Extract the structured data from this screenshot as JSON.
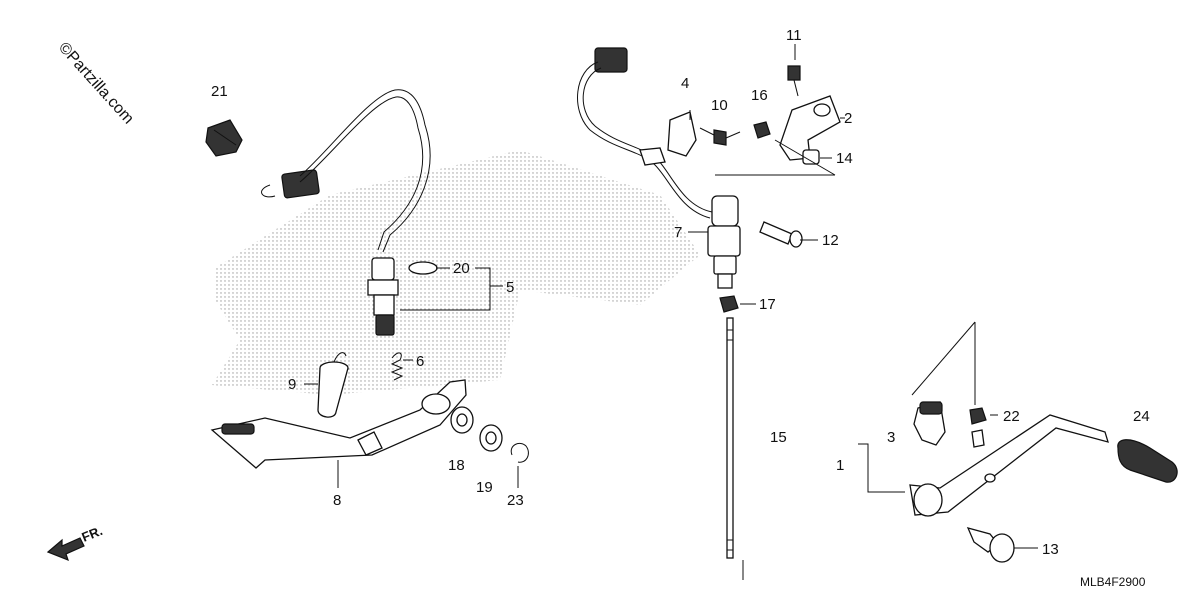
{
  "watermark": "©Partzilla.com",
  "direction_label": "FR.",
  "diagram_code": "MLB4F2900",
  "callouts": {
    "c1": "1",
    "c2": "2",
    "c3": "3",
    "c4": "4",
    "c5": "5",
    "c6": "6",
    "c7": "7",
    "c8": "8",
    "c9": "9",
    "c10": "10",
    "c11": "11",
    "c12": "12",
    "c13": "13",
    "c14": "14",
    "c15": "15",
    "c16": "16",
    "c17": "17",
    "c18": "18",
    "c19": "19",
    "c20": "20",
    "c21": "21",
    "c22": "22",
    "c23": "23",
    "c24": "24"
  }
}
